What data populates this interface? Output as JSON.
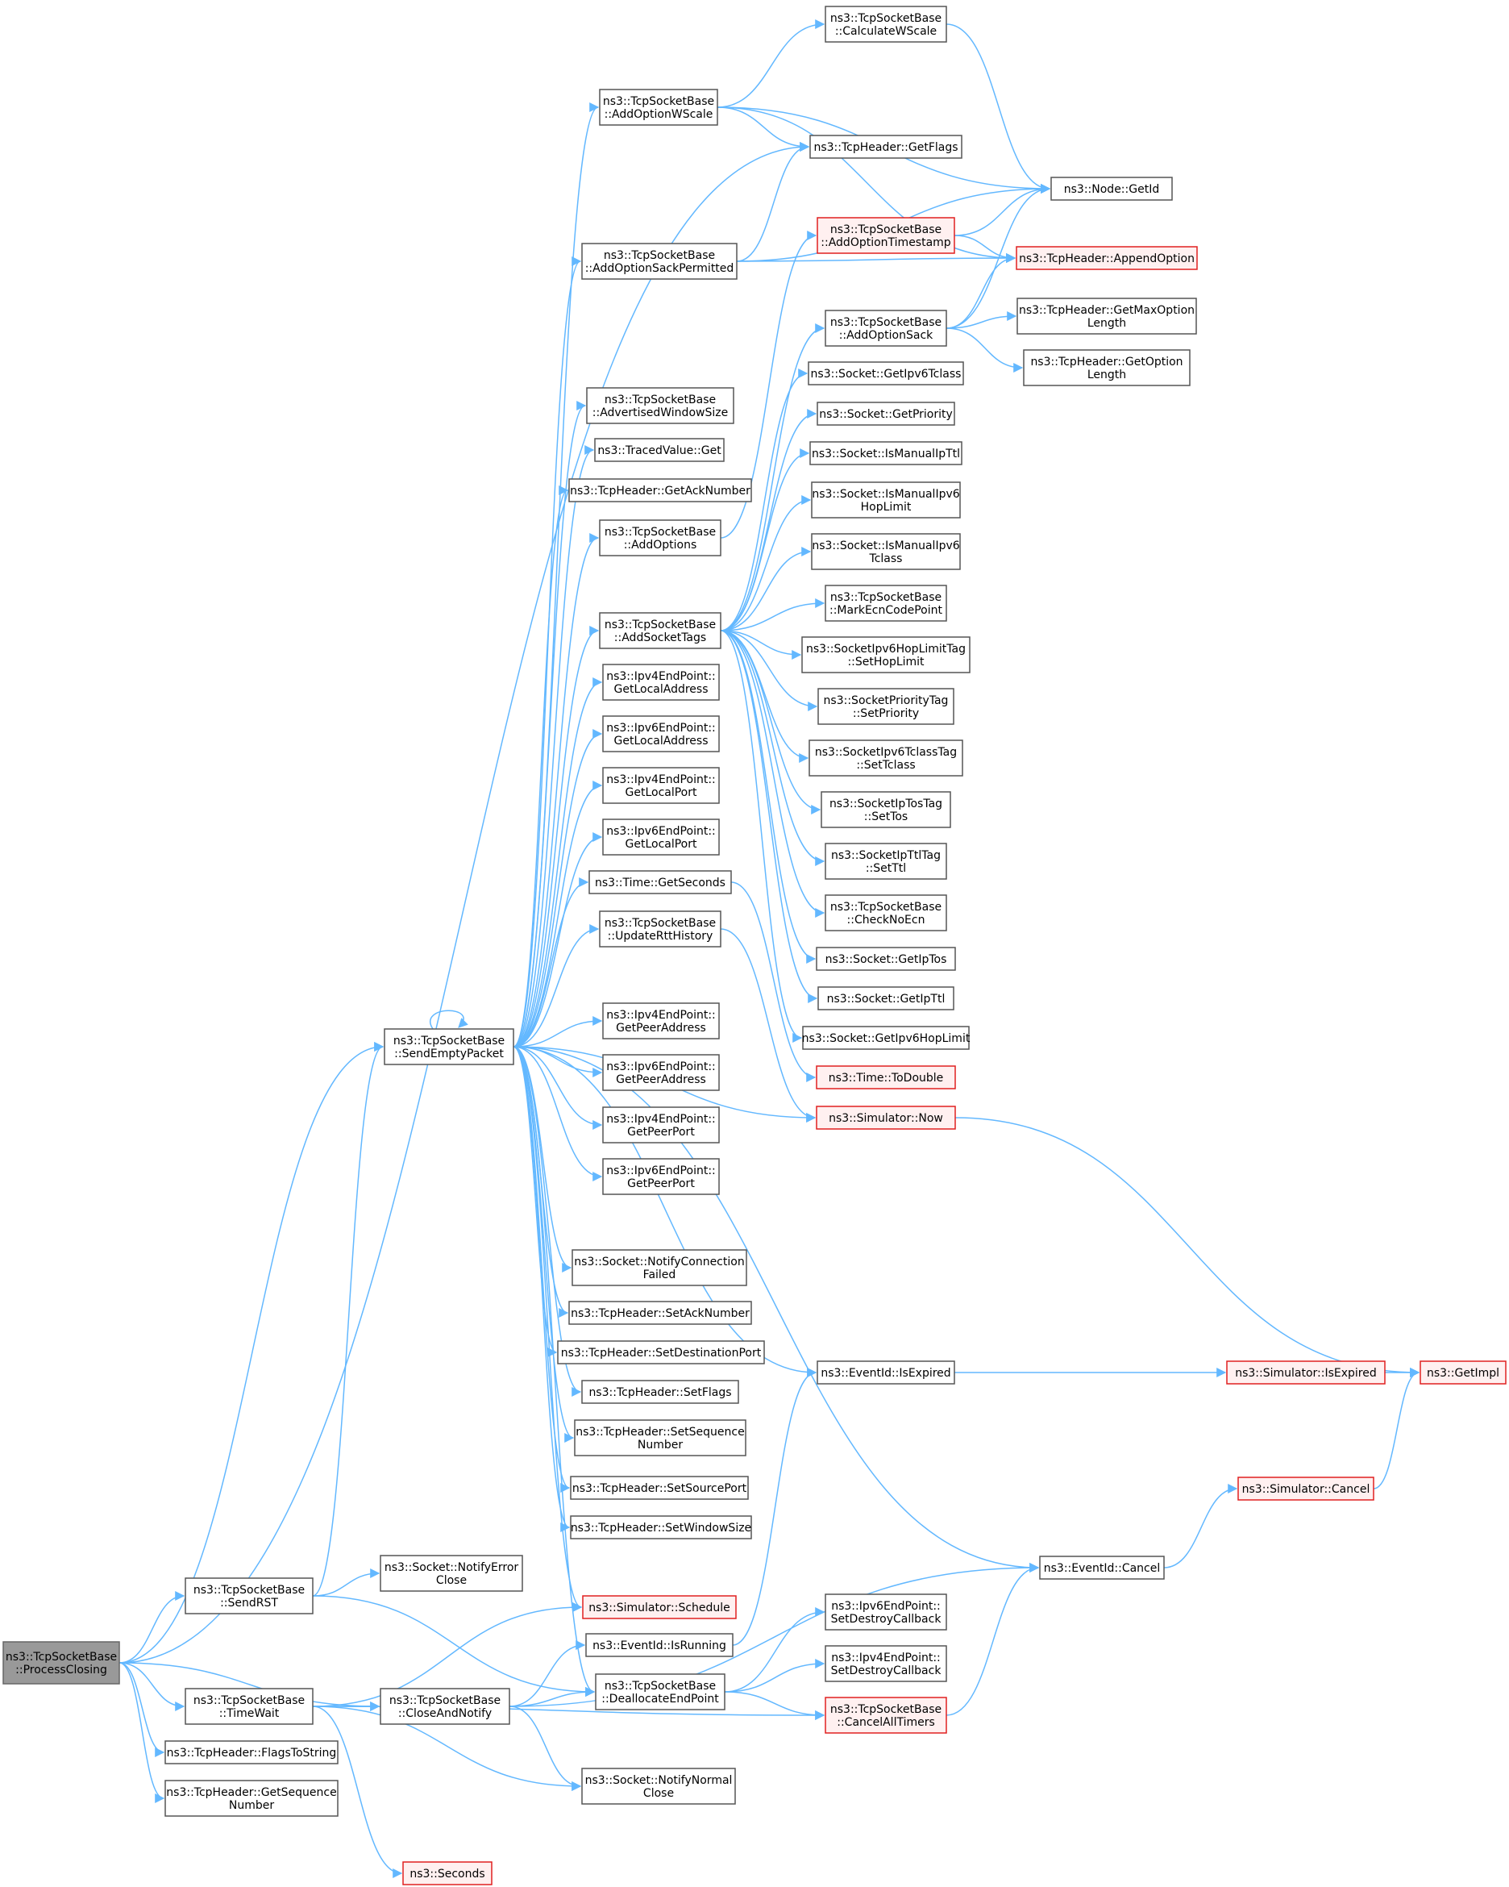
{
  "colors": {
    "edge": "#63b8ff",
    "node_border": "#555555",
    "root_fill": "#999999",
    "red_border": "#e02020",
    "red_fill": "#fff0f0"
  },
  "nodes": [
    {
      "id": "processClosing",
      "lines": [
        "ns3::TcpSocketBase",
        "::ProcessClosing"
      ],
      "style": "root"
    },
    {
      "id": "sendEmptyPacket",
      "lines": [
        "ns3::TcpSocketBase",
        "::SendEmptyPacket"
      ]
    },
    {
      "id": "sendRST",
      "lines": [
        "ns3::TcpSocketBase",
        "::SendRST"
      ]
    },
    {
      "id": "timeWait",
      "lines": [
        "ns3::TcpSocketBase",
        "::TimeWait"
      ]
    },
    {
      "id": "flagsToString",
      "lines": [
        "ns3::TcpHeader::FlagsToString"
      ]
    },
    {
      "id": "getSequenceNumber",
      "lines": [
        "ns3::TcpHeader::GetSequence",
        "Number"
      ]
    },
    {
      "id": "notifyErrorClose",
      "lines": [
        "ns3::Socket::NotifyError",
        "Close"
      ]
    },
    {
      "id": "closeAndNotify",
      "lines": [
        "ns3::TcpSocketBase",
        "::CloseAndNotify"
      ]
    },
    {
      "id": "seconds",
      "lines": [
        "ns3::Seconds"
      ],
      "style": "red"
    },
    {
      "id": "addOptionWScale",
      "lines": [
        "ns3::TcpSocketBase",
        "::AddOptionWScale"
      ]
    },
    {
      "id": "addOptionSackPermitted",
      "lines": [
        "ns3::TcpSocketBase",
        "::AddOptionSackPermitted"
      ]
    },
    {
      "id": "advertisedWindowSize",
      "lines": [
        "ns3::TcpSocketBase",
        "::AdvertisedWindowSize"
      ]
    },
    {
      "id": "tracedValueGet",
      "lines": [
        "ns3::TracedValue::Get"
      ]
    },
    {
      "id": "getAckNumber",
      "lines": [
        "ns3::TcpHeader::GetAckNumber"
      ]
    },
    {
      "id": "addOptions",
      "lines": [
        "ns3::TcpSocketBase",
        "::AddOptions"
      ]
    },
    {
      "id": "addSocketTags",
      "lines": [
        "ns3::TcpSocketBase",
        "::AddSocketTags"
      ]
    },
    {
      "id": "ipv4GetLocalAddress",
      "lines": [
        "ns3::Ipv4EndPoint::",
        "GetLocalAddress"
      ]
    },
    {
      "id": "ipv6GetLocalAddress",
      "lines": [
        "ns3::Ipv6EndPoint::",
        "GetLocalAddress"
      ]
    },
    {
      "id": "ipv4GetLocalPort",
      "lines": [
        "ns3::Ipv4EndPoint::",
        "GetLocalPort"
      ]
    },
    {
      "id": "ipv6GetLocalPort",
      "lines": [
        "ns3::Ipv6EndPoint::",
        "GetLocalPort"
      ]
    },
    {
      "id": "timeGetSeconds",
      "lines": [
        "ns3::Time::GetSeconds"
      ]
    },
    {
      "id": "updateRttHistory",
      "lines": [
        "ns3::TcpSocketBase",
        "::UpdateRttHistory"
      ]
    },
    {
      "id": "ipv4GetPeerAddress",
      "lines": [
        "ns3::Ipv4EndPoint::",
        "GetPeerAddress"
      ]
    },
    {
      "id": "ipv6GetPeerAddress",
      "lines": [
        "ns3::Ipv6EndPoint::",
        "GetPeerAddress"
      ]
    },
    {
      "id": "ipv4GetPeerPort",
      "lines": [
        "ns3::Ipv4EndPoint::",
        "GetPeerPort"
      ]
    },
    {
      "id": "ipv6GetPeerPort",
      "lines": [
        "ns3::Ipv6EndPoint::",
        "GetPeerPort"
      ]
    },
    {
      "id": "notifyConnectionFailed",
      "lines": [
        "ns3::Socket::NotifyConnection",
        "Failed"
      ]
    },
    {
      "id": "setAckNumber",
      "lines": [
        "ns3::TcpHeader::SetAckNumber"
      ]
    },
    {
      "id": "setDestinationPort",
      "lines": [
        "ns3::TcpHeader::SetDestinationPort"
      ]
    },
    {
      "id": "setFlags",
      "lines": [
        "ns3::TcpHeader::SetFlags"
      ]
    },
    {
      "id": "setSequenceNumber",
      "lines": [
        "ns3::TcpHeader::SetSequence",
        "Number"
      ]
    },
    {
      "id": "setSourcePort",
      "lines": [
        "ns3::TcpHeader::SetSourcePort"
      ]
    },
    {
      "id": "setWindowSize",
      "lines": [
        "ns3::TcpHeader::SetWindowSize"
      ]
    },
    {
      "id": "simulatorSchedule",
      "lines": [
        "ns3::Simulator::Schedule"
      ],
      "style": "red"
    },
    {
      "id": "eventIsRunning",
      "lines": [
        "ns3::EventId::IsRunning"
      ]
    },
    {
      "id": "deallocateEndPoint",
      "lines": [
        "ns3::TcpSocketBase",
        "::DeallocateEndPoint"
      ]
    },
    {
      "id": "notifyNormalClose",
      "lines": [
        "ns3::Socket::NotifyNormal",
        "Close"
      ]
    },
    {
      "id": "calculateWScale",
      "lines": [
        "ns3::TcpSocketBase",
        "::CalculateWScale"
      ]
    },
    {
      "id": "getFlags",
      "lines": [
        "ns3::TcpHeader::GetFlags"
      ]
    },
    {
      "id": "addOptionTimestamp",
      "lines": [
        "ns3::TcpSocketBase",
        "::AddOptionTimestamp"
      ],
      "style": "red"
    },
    {
      "id": "addOptionSack",
      "lines": [
        "ns3::TcpSocketBase",
        "::AddOptionSack"
      ]
    },
    {
      "id": "getIpv6Tclass",
      "lines": [
        "ns3::Socket::GetIpv6Tclass"
      ]
    },
    {
      "id": "getPriority",
      "lines": [
        "ns3::Socket::GetPriority"
      ]
    },
    {
      "id": "isManualIpTtl",
      "lines": [
        "ns3::Socket::IsManualIpTtl"
      ]
    },
    {
      "id": "isManualIpv6HopLimit",
      "lines": [
        "ns3::Socket::IsManualIpv6",
        "HopLimit"
      ]
    },
    {
      "id": "isManualIpv6Tclass",
      "lines": [
        "ns3::Socket::IsManualIpv6",
        "Tclass"
      ]
    },
    {
      "id": "markEcnCodePoint",
      "lines": [
        "ns3::TcpSocketBase",
        "::MarkEcnCodePoint"
      ]
    },
    {
      "id": "setHopLimit",
      "lines": [
        "ns3::SocketIpv6HopLimitTag",
        "::SetHopLimit"
      ]
    },
    {
      "id": "setPriority",
      "lines": [
        "ns3::SocketPriorityTag",
        "::SetPriority"
      ]
    },
    {
      "id": "setTclass",
      "lines": [
        "ns3::SocketIpv6TclassTag",
        "::SetTclass"
      ]
    },
    {
      "id": "setTos",
      "lines": [
        "ns3::SocketIpTosTag",
        "::SetTos"
      ]
    },
    {
      "id": "setTtl",
      "lines": [
        "ns3::SocketIpTtlTag",
        "::SetTtl"
      ]
    },
    {
      "id": "checkNoEcn",
      "lines": [
        "ns3::TcpSocketBase",
        "::CheckNoEcn"
      ]
    },
    {
      "id": "getIpTos",
      "lines": [
        "ns3::Socket::GetIpTos"
      ]
    },
    {
      "id": "getIpTtl",
      "lines": [
        "ns3::Socket::GetIpTtl"
      ]
    },
    {
      "id": "getIpv6HopLimit",
      "lines": [
        "ns3::Socket::GetIpv6HopLimit"
      ]
    },
    {
      "id": "timeToDouble",
      "lines": [
        "ns3::Time::ToDouble"
      ],
      "style": "red"
    },
    {
      "id": "simulatorNow",
      "lines": [
        "ns3::Simulator::Now"
      ],
      "style": "red"
    },
    {
      "id": "eventIsExpired",
      "lines": [
        "ns3::EventId::IsExpired"
      ]
    },
    {
      "id": "eventCancel",
      "lines": [
        "ns3::EventId::Cancel"
      ]
    },
    {
      "id": "ipv6SetDestroyCallback",
      "lines": [
        "ns3::Ipv6EndPoint::",
        "SetDestroyCallback"
      ]
    },
    {
      "id": "ipv4SetDestroyCallback",
      "lines": [
        "ns3::Ipv4EndPoint::",
        "SetDestroyCallback"
      ]
    },
    {
      "id": "cancelAllTimers",
      "lines": [
        "ns3::TcpSocketBase",
        "::CancelAllTimers"
      ],
      "style": "red"
    },
    {
      "id": "nodeGetId",
      "lines": [
        "ns3::Node::GetId"
      ]
    },
    {
      "id": "appendOption",
      "lines": [
        "ns3::TcpHeader::AppendOption"
      ],
      "style": "red"
    },
    {
      "id": "getMaxOptionLength",
      "lines": [
        "ns3::TcpHeader::GetMaxOption",
        "Length"
      ]
    },
    {
      "id": "getOptionLength",
      "lines": [
        "ns3::TcpHeader::GetOption",
        "Length"
      ]
    },
    {
      "id": "simulatorIsExpired",
      "lines": [
        "ns3::Simulator::IsExpired"
      ],
      "style": "red"
    },
    {
      "id": "simulatorCancel",
      "lines": [
        "ns3::Simulator::Cancel"
      ],
      "style": "red"
    },
    {
      "id": "getImpl",
      "lines": [
        "ns3::GetImpl"
      ],
      "style": "red"
    }
  ],
  "edges": [
    [
      "processClosing",
      "sendEmptyPacket"
    ],
    [
      "processClosing",
      "getFlags"
    ],
    [
      "processClosing",
      "sendRST"
    ],
    [
      "processClosing",
      "timeWait"
    ],
    [
      "processClosing",
      "closeAndNotify"
    ],
    [
      "processClosing",
      "flagsToString"
    ],
    [
      "processClosing",
      "getSequenceNumber"
    ],
    [
      "sendRST",
      "sendEmptyPacket"
    ],
    [
      "sendRST",
      "notifyErrorClose"
    ],
    [
      "sendRST",
      "deallocateEndPoint"
    ],
    [
      "timeWait",
      "closeAndNotify"
    ],
    [
      "timeWait",
      "simulatorSchedule"
    ],
    [
      "timeWait",
      "notifyNormalClose"
    ],
    [
      "timeWait",
      "cancelAllTimers"
    ],
    [
      "timeWait",
      "seconds"
    ],
    [
      "closeAndNotify",
      "eventIsRunning"
    ],
    [
      "closeAndNotify",
      "deallocateEndPoint"
    ],
    [
      "closeAndNotify",
      "notifyNormalClose"
    ],
    [
      "closeAndNotify",
      "eventCancel"
    ],
    [
      "sendEmptyPacket",
      "sendEmptyPacket"
    ],
    [
      "sendEmptyPacket",
      "addOptionWScale"
    ],
    [
      "sendEmptyPacket",
      "addOptionSackPermitted"
    ],
    [
      "sendEmptyPacket",
      "advertisedWindowSize"
    ],
    [
      "sendEmptyPacket",
      "tracedValueGet"
    ],
    [
      "sendEmptyPacket",
      "getAckNumber"
    ],
    [
      "sendEmptyPacket",
      "addOptions"
    ],
    [
      "sendEmptyPacket",
      "addSocketTags"
    ],
    [
      "sendEmptyPacket",
      "ipv4GetLocalAddress"
    ],
    [
      "sendEmptyPacket",
      "ipv6GetLocalAddress"
    ],
    [
      "sendEmptyPacket",
      "ipv4GetLocalPort"
    ],
    [
      "sendEmptyPacket",
      "ipv6GetLocalPort"
    ],
    [
      "sendEmptyPacket",
      "timeGetSeconds"
    ],
    [
      "sendEmptyPacket",
      "updateRttHistory"
    ],
    [
      "sendEmptyPacket",
      "simulatorNow"
    ],
    [
      "sendEmptyPacket",
      "ipv4GetPeerAddress"
    ],
    [
      "sendEmptyPacket",
      "ipv6GetPeerAddress"
    ],
    [
      "sendEmptyPacket",
      "ipv4GetPeerPort"
    ],
    [
      "sendEmptyPacket",
      "ipv6GetPeerPort"
    ],
    [
      "sendEmptyPacket",
      "notifyConnectionFailed"
    ],
    [
      "sendEmptyPacket",
      "setAckNumber"
    ],
    [
      "sendEmptyPacket",
      "setDestinationPort"
    ],
    [
      "sendEmptyPacket",
      "setFlags"
    ],
    [
      "sendEmptyPacket",
      "setSequenceNumber"
    ],
    [
      "sendEmptyPacket",
      "setSourcePort"
    ],
    [
      "sendEmptyPacket",
      "setWindowSize"
    ],
    [
      "sendEmptyPacket",
      "simulatorSchedule"
    ],
    [
      "sendEmptyPacket",
      "eventIsExpired"
    ],
    [
      "sendEmptyPacket",
      "eventCancel"
    ],
    [
      "sendEmptyPacket",
      "deallocateEndPoint"
    ],
    [
      "addOptionWScale",
      "calculateWScale"
    ],
    [
      "addOptionWScale",
      "getFlags"
    ],
    [
      "addOptionWScale",
      "nodeGetId"
    ],
    [
      "addOptionWScale",
      "appendOption"
    ],
    [
      "calculateWScale",
      "nodeGetId"
    ],
    [
      "addOptionSackPermitted",
      "getFlags"
    ],
    [
      "addOptionSackPermitted",
      "nodeGetId"
    ],
    [
      "addOptionSackPermitted",
      "appendOption"
    ],
    [
      "addOptions",
      "addOptionTimestamp"
    ],
    [
      "addOptionTimestamp",
      "nodeGetId"
    ],
    [
      "addOptionTimestamp",
      "appendOption"
    ],
    [
      "addOptionSack",
      "nodeGetId"
    ],
    [
      "addOptionSack",
      "appendOption"
    ],
    [
      "addOptionSack",
      "getMaxOptionLength"
    ],
    [
      "addOptionSack",
      "getOptionLength"
    ],
    [
      "addSocketTags",
      "addOptionSack"
    ],
    [
      "addSocketTags",
      "getIpv6Tclass"
    ],
    [
      "addSocketTags",
      "getPriority"
    ],
    [
      "addSocketTags",
      "isManualIpTtl"
    ],
    [
      "addSocketTags",
      "isManualIpv6HopLimit"
    ],
    [
      "addSocketTags",
      "isManualIpv6Tclass"
    ],
    [
      "addSocketTags",
      "markEcnCodePoint"
    ],
    [
      "addSocketTags",
      "setHopLimit"
    ],
    [
      "addSocketTags",
      "setPriority"
    ],
    [
      "addSocketTags",
      "setTclass"
    ],
    [
      "addSocketTags",
      "setTos"
    ],
    [
      "addSocketTags",
      "setTtl"
    ],
    [
      "addSocketTags",
      "checkNoEcn"
    ],
    [
      "addSocketTags",
      "getIpTos"
    ],
    [
      "addSocketTags",
      "getIpTtl"
    ],
    [
      "addSocketTags",
      "getIpv6HopLimit"
    ],
    [
      "timeGetSeconds",
      "timeToDouble"
    ],
    [
      "updateRttHistory",
      "simulatorNow"
    ],
    [
      "simulatorNow",
      "getImpl"
    ],
    [
      "eventIsExpired",
      "simulatorIsExpired"
    ],
    [
      "simulatorIsExpired",
      "getImpl"
    ],
    [
      "eventCancel",
      "simulatorCancel"
    ],
    [
      "simulatorCancel",
      "getImpl"
    ],
    [
      "eventIsRunning",
      "eventIsExpired"
    ],
    [
      "deallocateEndPoint",
      "ipv6SetDestroyCallback"
    ],
    [
      "deallocateEndPoint",
      "ipv4SetDestroyCallback"
    ],
    [
      "deallocateEndPoint",
      "cancelAllTimers"
    ],
    [
      "cancelAllTimers",
      "eventCancel"
    ]
  ]
}
